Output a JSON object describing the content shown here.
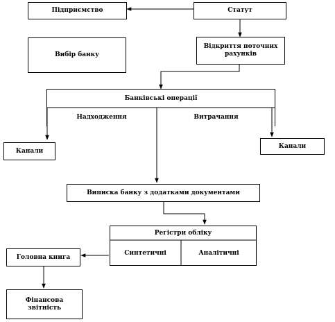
{
  "diagram": {
    "nodes": {
      "pidpryiemstvo": "Підприємство",
      "statut": "Статут",
      "vybir_banku": "Вибір банку",
      "vidkryttia": "Відкриття поточних рахунків",
      "bankivski_operatsii": "Банківські операції",
      "nadkhodzhennia": "Надходження",
      "vytrachannia": "Витрачання",
      "kanaly_left": "Канали",
      "kanaly_right": "Канали",
      "vypyska": "Виписка банку з додатками документами",
      "reiestry": "Регістри обліку",
      "syntetychni": "Синтетичні",
      "analitychni": "Аналітичні",
      "holovna_knyha": "Головна книга",
      "finansova_zvitnist": "Фінансова звітність"
    }
  }
}
